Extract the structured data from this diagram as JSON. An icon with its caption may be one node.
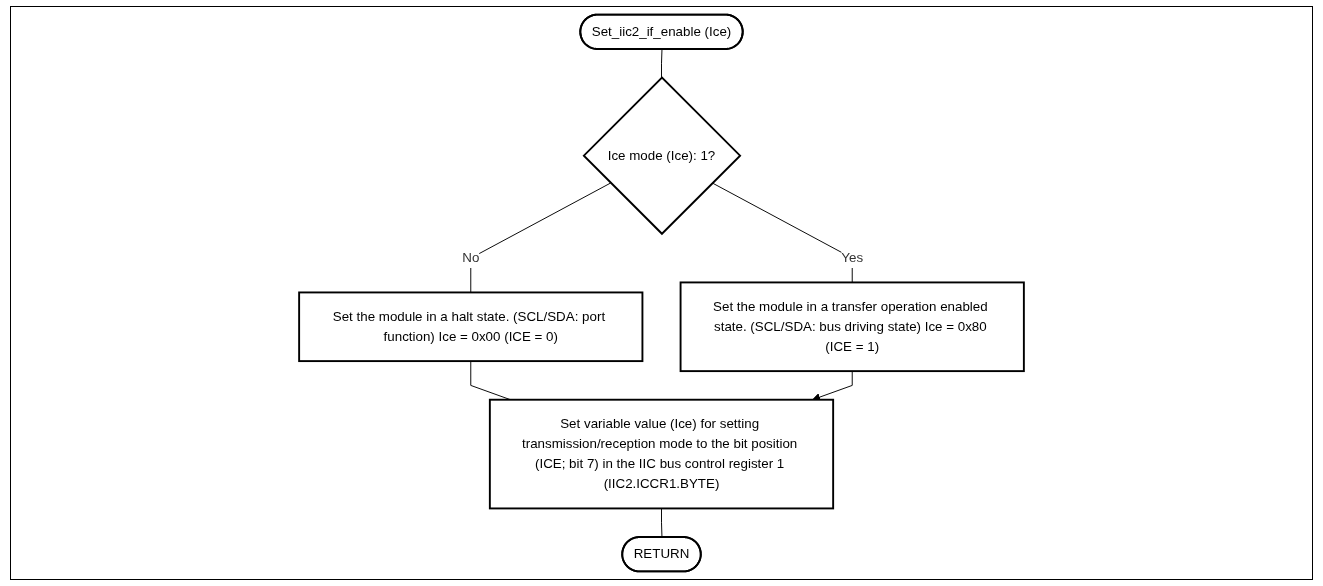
{
  "diagram": {
    "nodes": [
      {
        "text": [
          "Set_iic2_if_enable (Ice)"
        ]
      },
      {
        "text": [
          "Ice mode (Ice): 1?"
        ]
      },
      {
        "text": [
          "Set the module in a halt state. (SCL/SDA: port function) Ice = 0x00 (ICE = 0)"
        ]
      },
      {
        "text": [
          "Set the module in a transfer operation enabled state. (SCL/SDA: bus driving state) Ice = 0x80 (ICE = 1)"
        ]
      },
      {
        "text": [
          "Set variable value (Ice) for setting transmission/reception mode to the bit position (ICE; bit 7) in the IIC bus control register 1 (IIC2.ICCR1.BYTE)"
        ]
      },
      {
        "text": [
          "RETURN"
        ]
      }
    ],
    "edges": [
      {
        "from": 0,
        "to": 1,
        "arrow": "none"
      },
      {
        "from": 1,
        "to": 2,
        "arrow": "none",
        "label": "No"
      },
      {
        "from": 1,
        "to": 3,
        "arrow": "none",
        "label": "Yes"
      },
      {
        "from": 2,
        "to": 4,
        "arrow": "none"
      },
      {
        "from": 3,
        "to": 4,
        "arrow": "to"
      },
      {
        "from": 4,
        "to": 5,
        "arrow": "none"
      }
    ]
  }
}
